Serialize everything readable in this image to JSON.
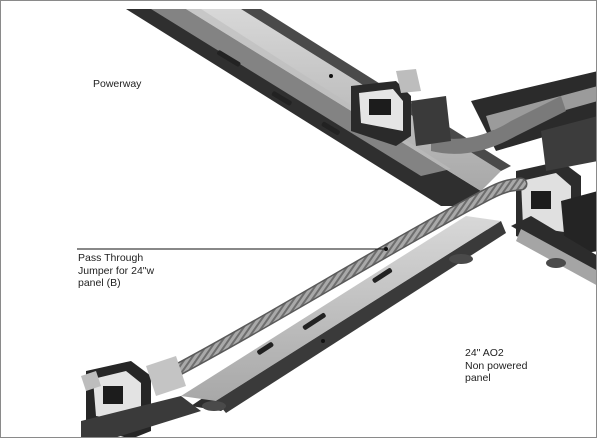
{
  "labels": {
    "powerway": "Powerway",
    "jumper": "Pass Through\nJumper for 24\"w\npanel (B)",
    "panel": "24\" AO2\nNon powered\npanel"
  },
  "colors": {
    "rail_light": "#c9c9c9",
    "rail_mid": "#9a9a9a",
    "rail_dark": "#3a3a3a",
    "bracket": "#2b2b2b",
    "conduit": "#8c8c8c",
    "leader": "#111111"
  }
}
